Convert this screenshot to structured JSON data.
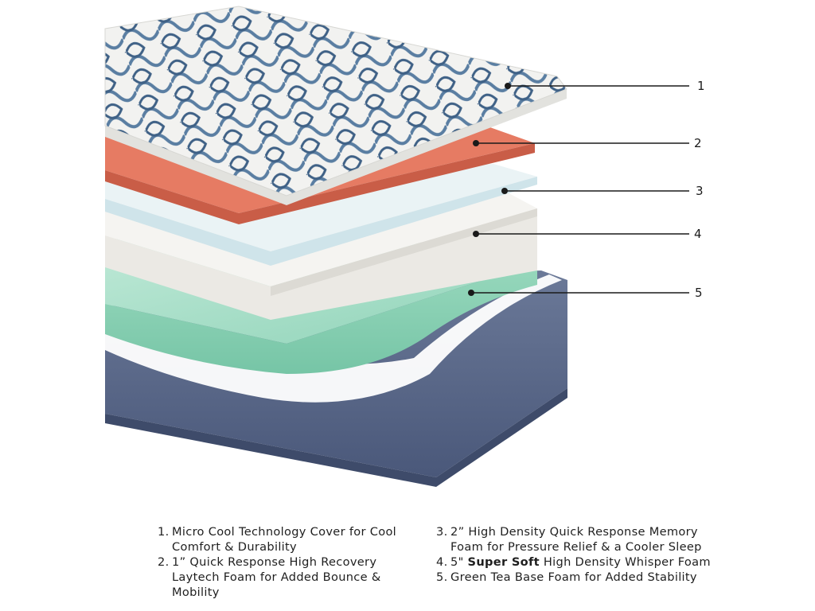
{
  "callouts": [
    "1",
    "2",
    "3",
    "4",
    "5"
  ],
  "legend": [
    {
      "num": "1.",
      "text": "Micro Cool Technology Cover for Cool Comfort & Durability"
    },
    {
      "num": "2.",
      "text": "1” Quick Response High Recovery Laytech Foam for Added Bounce & Mobility"
    },
    {
      "num": "3.",
      "text": "2” High Density Quick Response Memory Foam for Pressure Relief & a Cooler Sleep"
    },
    {
      "num": "4.",
      "text_pre": "5\" ",
      "text_bold": "Super Soft",
      "text_post": " High Density Whisper Foam"
    },
    {
      "num": "5.",
      "text": "Green Tea Base Foam for Added Stability"
    }
  ],
  "colors": {
    "cover_pattern": "#4a6e92",
    "cover_fabric": "#f1f1ef",
    "laytech": "#e4765f",
    "memory": "#e8f1f4",
    "whisper": "#f2f1ee",
    "green_tea": "#a9dfc8",
    "base": "#5b6a8a"
  }
}
